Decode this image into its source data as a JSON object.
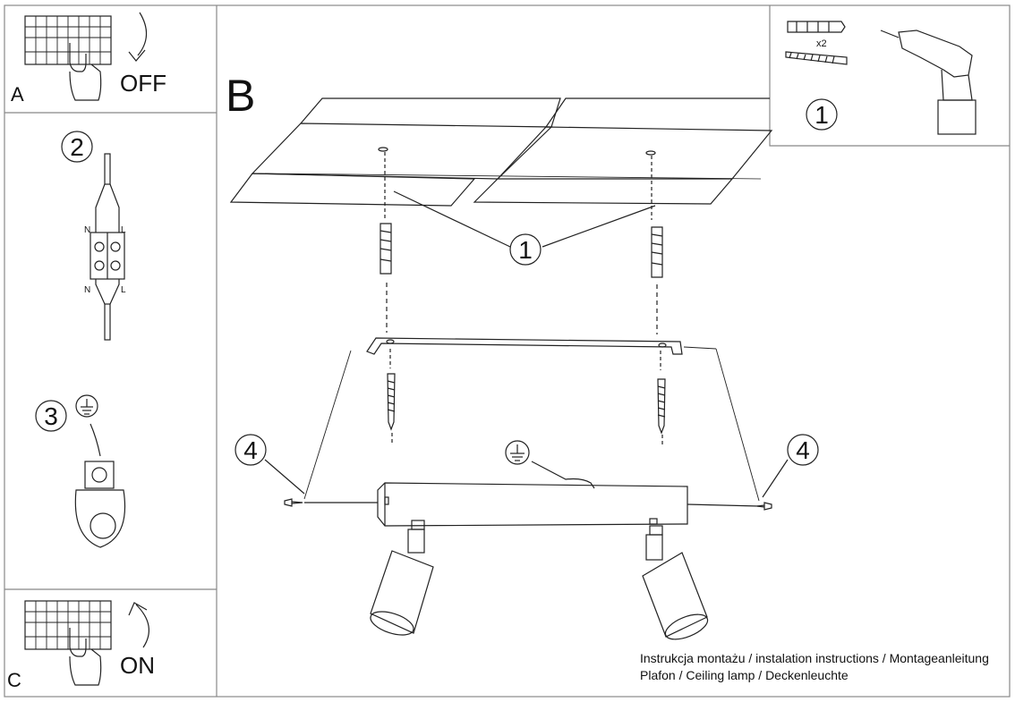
{
  "panel_a": {
    "letter": "A",
    "action": "OFF"
  },
  "panel_b": {
    "letter": "B"
  },
  "panel_c": {
    "letter": "C",
    "action": "ON"
  },
  "steps": {
    "s1": "1",
    "s2": "2",
    "s3": "3",
    "s4": "4"
  },
  "wiring": {
    "n": "N",
    "l": "L"
  },
  "tools": {
    "qty": "x2"
  },
  "caption": {
    "line1": "Instrukcja montażu / instalation instructions / Montageanleitung",
    "line2": "Plafon / Ceiling lamp / Deckenleuchte"
  }
}
